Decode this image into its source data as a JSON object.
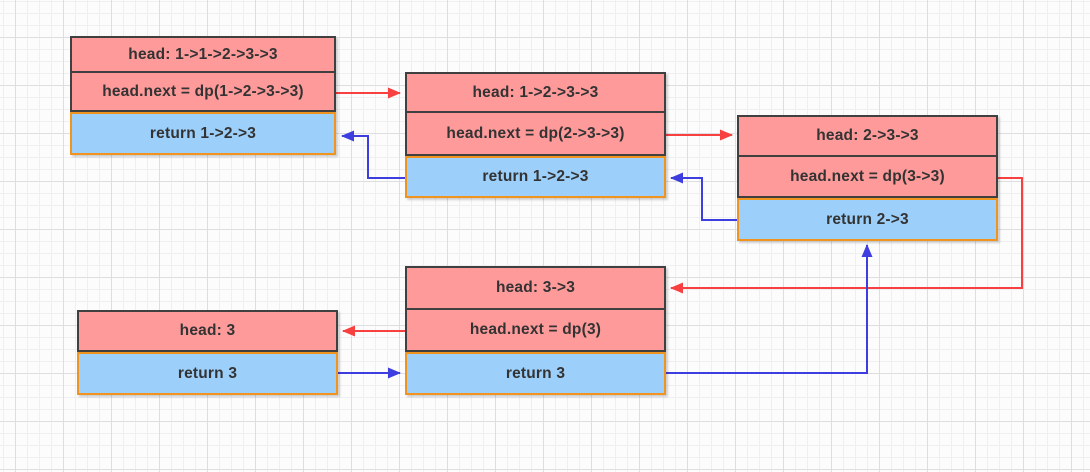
{
  "colors": {
    "node_fill": "#ff9a9a",
    "node_border": "#404040",
    "return_fill": "#9ccffa",
    "return_border": "#f0941f",
    "call_arrow": "#f84040",
    "return_arrow": "#3e3ee0",
    "text": "#333333"
  },
  "boxes": [
    {
      "id": "call-frame-1",
      "rows": {
        "head": "head: 1->1->2->3->3",
        "op": "head.next = dp(1->2->3->3)",
        "ret": "return 1->2->3"
      }
    },
    {
      "id": "call-frame-2",
      "rows": {
        "head": "head: 1->2->3->3",
        "op": "head.next = dp(2->3->3)",
        "ret": "return 1->2->3"
      }
    },
    {
      "id": "call-frame-3",
      "rows": {
        "head": "head: 2->3->3",
        "op": "head.next = dp(3->3)",
        "ret": "return 2->3"
      }
    },
    {
      "id": "call-frame-4",
      "rows": {
        "head": "head: 3->3",
        "op": "head.next = dp(3)",
        "ret": "return 3"
      }
    },
    {
      "id": "call-frame-5",
      "rows": {
        "head": "head: 3",
        "ret": "return 3"
      }
    }
  ]
}
